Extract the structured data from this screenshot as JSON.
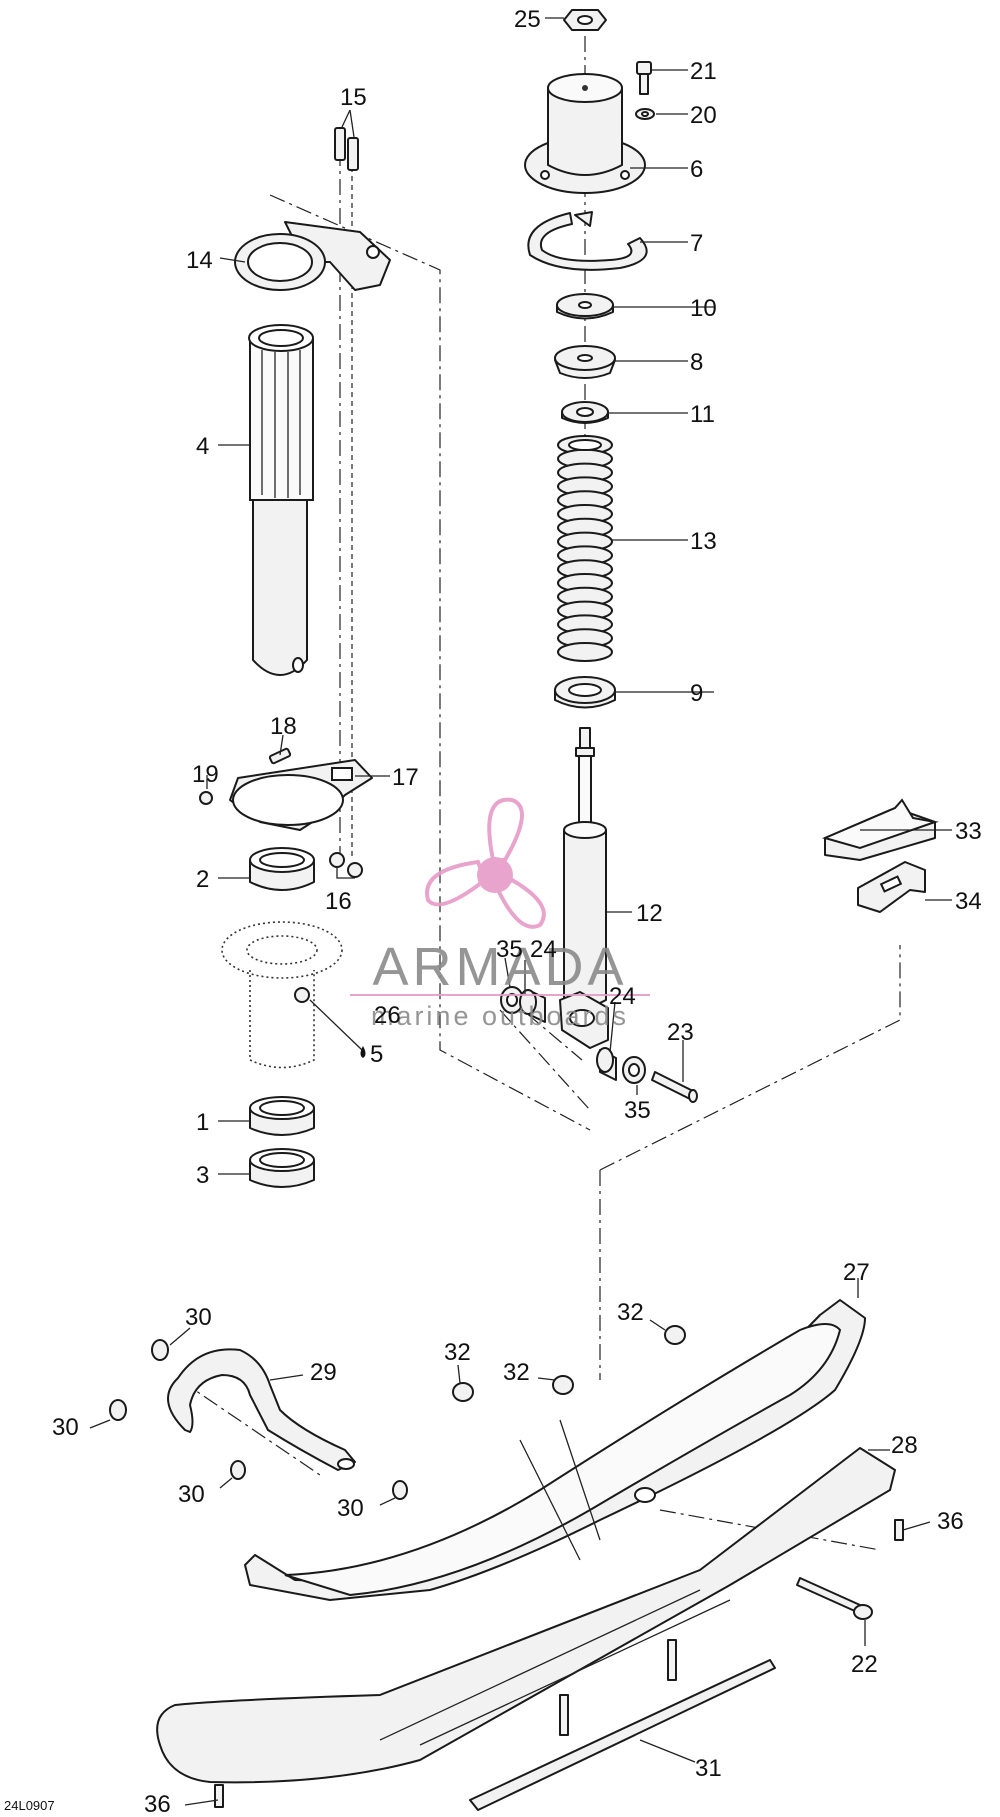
{
  "diagram_code": "24L0907",
  "watermark": {
    "brand": "ARMADA",
    "tagline": "marine outboards",
    "accent_color": "#e79bc8"
  },
  "callouts": {
    "c1": "1",
    "c2": "2",
    "c3": "3",
    "c4": "4",
    "c5": "5",
    "c6": "6",
    "c7": "7",
    "c8": "8",
    "c9": "9",
    "c10": "10",
    "c11": "11",
    "c12": "12",
    "c13": "13",
    "c14": "14",
    "c15": "15",
    "c16": "16",
    "c17": "17",
    "c18": "18",
    "c19": "19",
    "c20": "20",
    "c21": "21",
    "c22": "22",
    "c23": "23",
    "c24a": "24",
    "c24b": "24",
    "c25": "25",
    "c26": "26",
    "c27": "27",
    "c28": "28",
    "c29": "29",
    "c30a": "30",
    "c30b": "30",
    "c30c": "30",
    "c30d": "30",
    "c31": "31",
    "c32a": "32",
    "c32b": "32",
    "c32c": "32",
    "c33": "33",
    "c34": "34",
    "c35a": "35",
    "c35b": "35",
    "c36a": "36",
    "c36b": "36"
  }
}
